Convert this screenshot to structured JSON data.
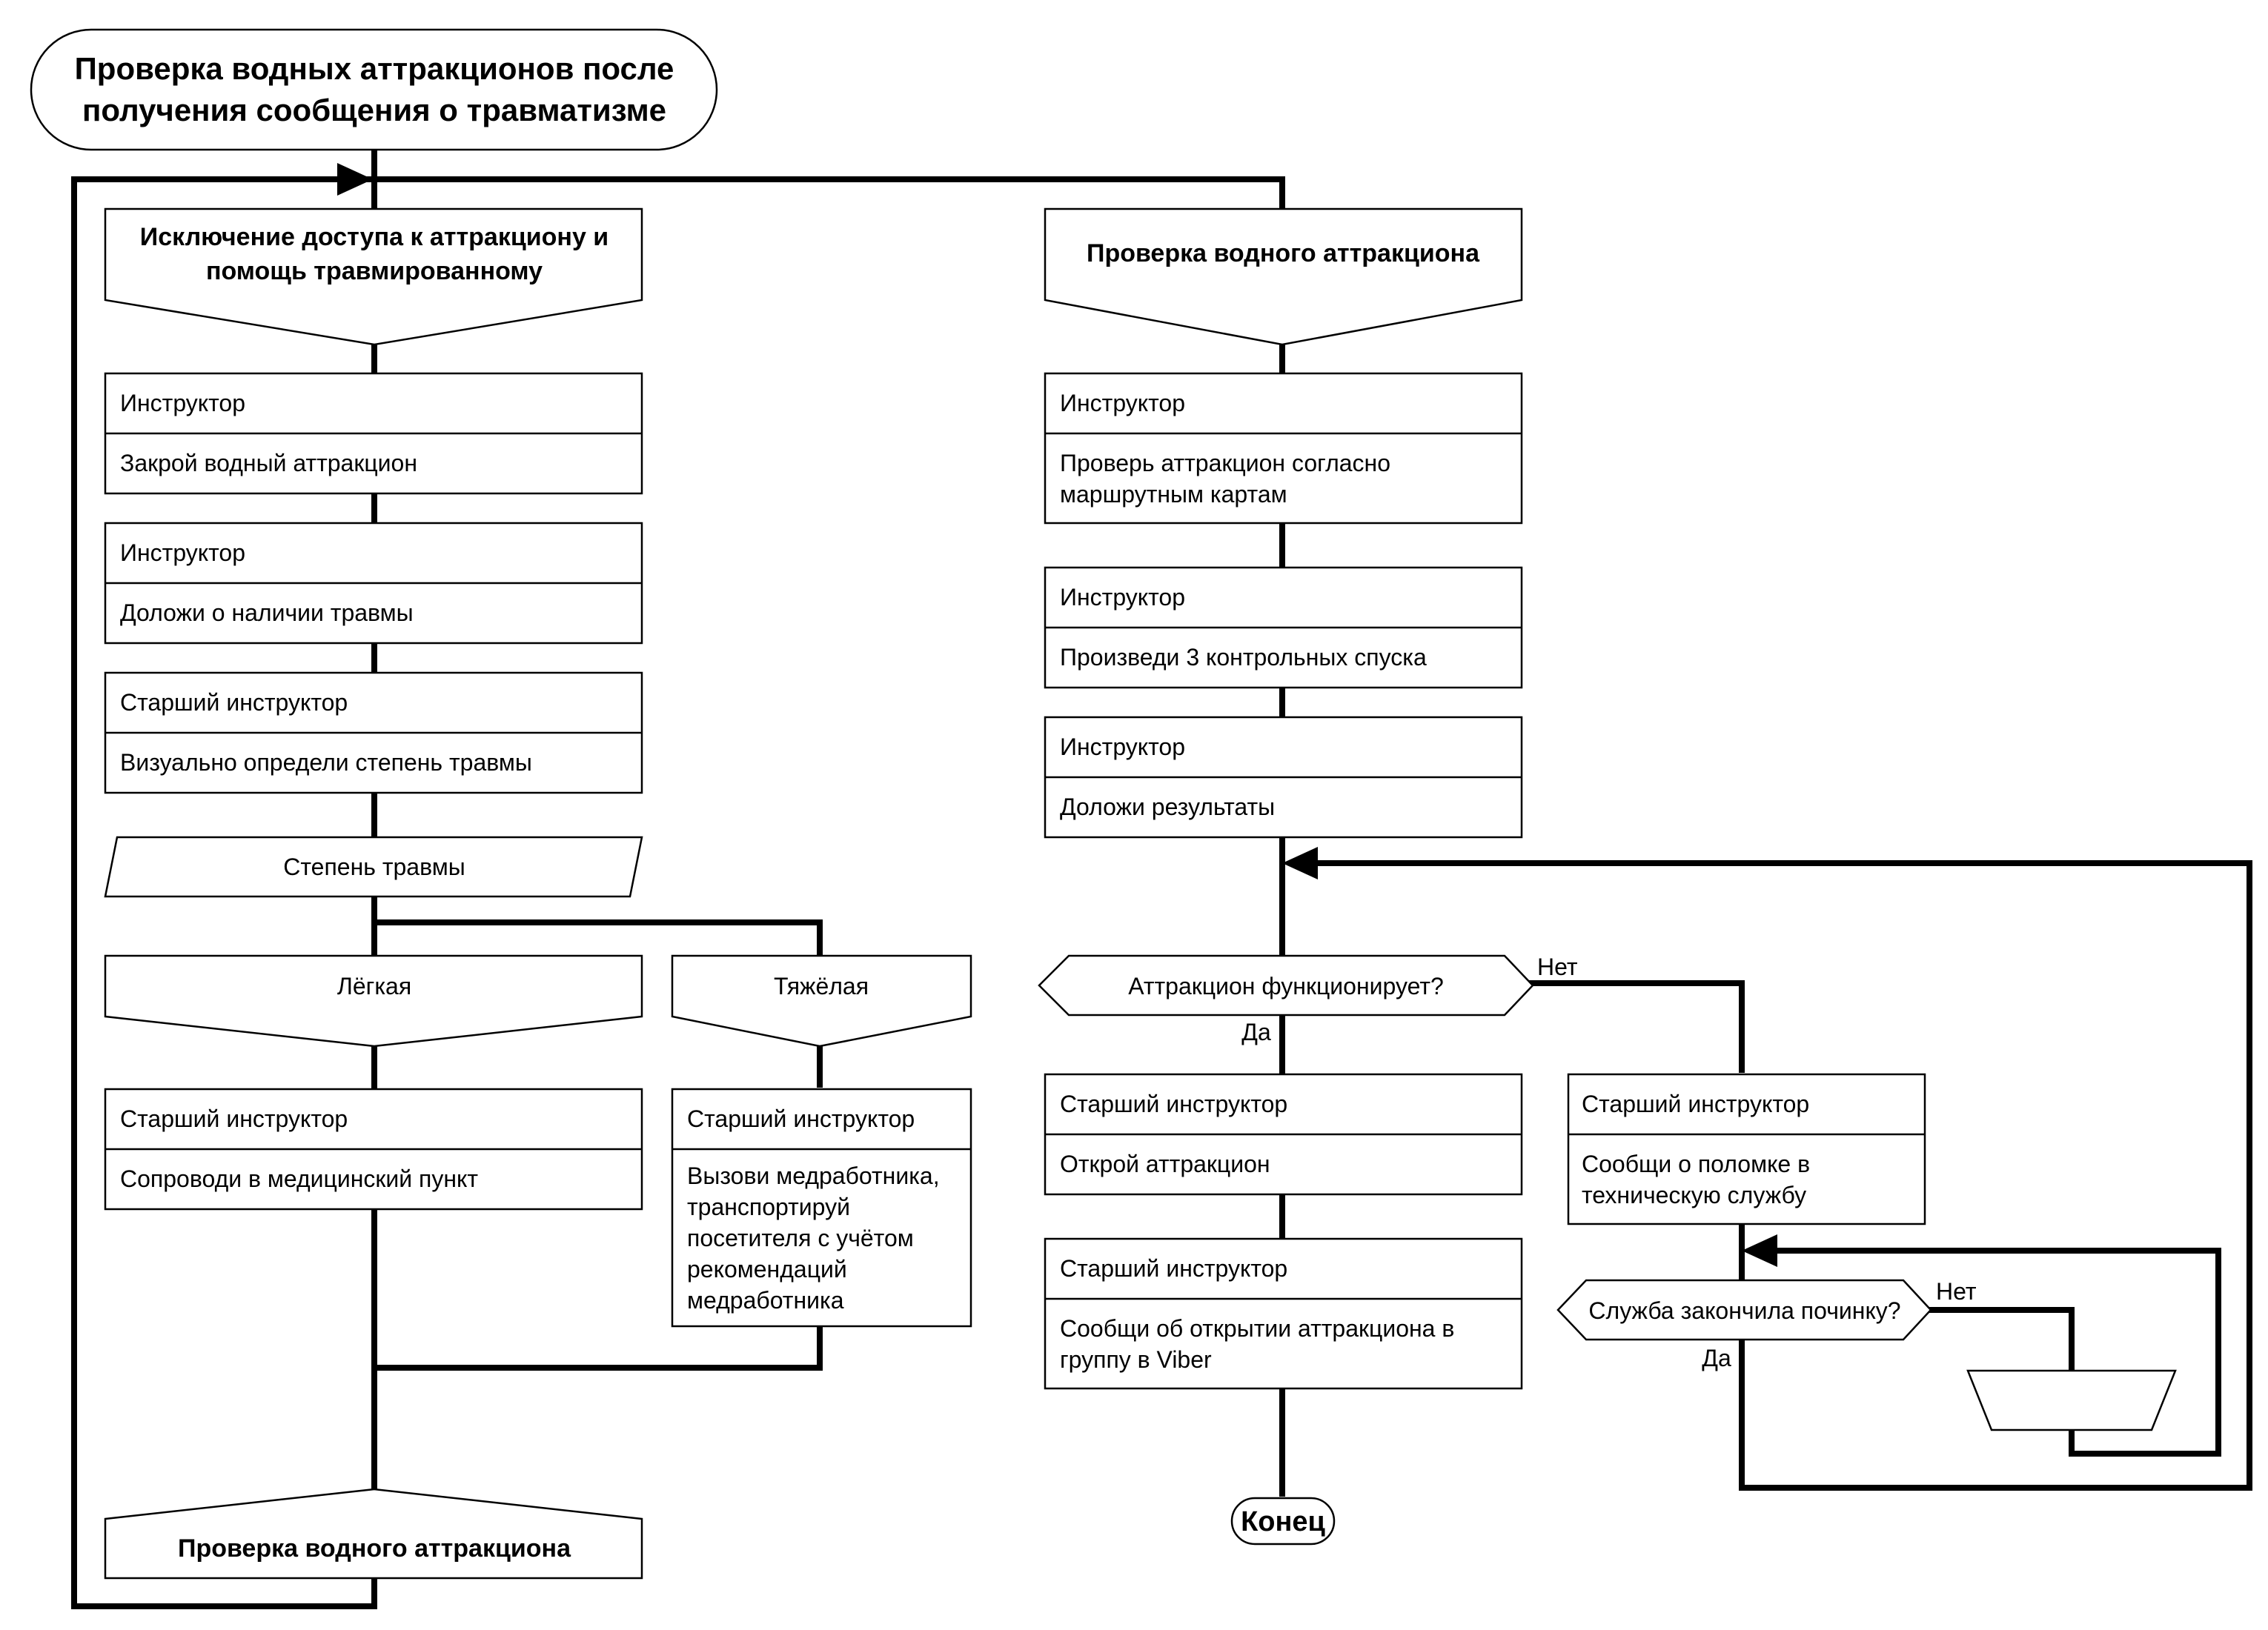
{
  "title": {
    "line1": "Проверка водных аттракционов после",
    "line2": "получения сообщения о травматизме"
  },
  "left": {
    "header": {
      "line1": "Исключение доступа к аттракциону и",
      "line2": "помощь травмированному"
    },
    "step1": {
      "role": "Инструктор",
      "action": "Закрой водный аттракцион"
    },
    "step2": {
      "role": "Инструктор",
      "action": "Доложи о наличии травмы"
    },
    "step3": {
      "role": "Старший инструктор",
      "action": "Визуально определи степень травмы"
    },
    "input": "Степень травмы",
    "case_light": "Лёгкая",
    "case_heavy": "Тяжёлая",
    "light_step": {
      "role": "Старший инструктор",
      "action": "Сопроводи в медицинский пункт"
    },
    "heavy_step": {
      "role": "Старший инструктор",
      "action": [
        "Вызови медработника,",
        "транспортируй",
        "посетителя с учётом",
        "рекомендаций",
        "медработника"
      ]
    },
    "goto": "Проверка водного аттракциона"
  },
  "right": {
    "header": "Проверка водного аттракциона",
    "step1": {
      "role": "Инструктор",
      "action": [
        "Проверь аттракцион согласно",
        "маршрутным картам"
      ]
    },
    "step2": {
      "role": "Инструктор",
      "action": "Произведи 3 контрольных спуска"
    },
    "step3": {
      "role": "Инструктор",
      "action": "Доложи результаты"
    },
    "question1": "Аттракцион функционирует?",
    "yes1": "Да",
    "no1": "Нет",
    "open_step": {
      "role": "Старший инструктор",
      "action": "Открой аттракцион"
    },
    "notify_step": {
      "role": "Старший инструктор",
      "action": [
        "Сообщи об открытии аттракциона в",
        "группу в Viber"
      ]
    },
    "end": "Конец",
    "report_step": {
      "role": "Старший инструктор",
      "action": [
        "Сообщи о поломке в",
        "техническую службу"
      ]
    },
    "question2": "Служба закончила починку?",
    "yes2": "Да",
    "no2": "Нет"
  }
}
